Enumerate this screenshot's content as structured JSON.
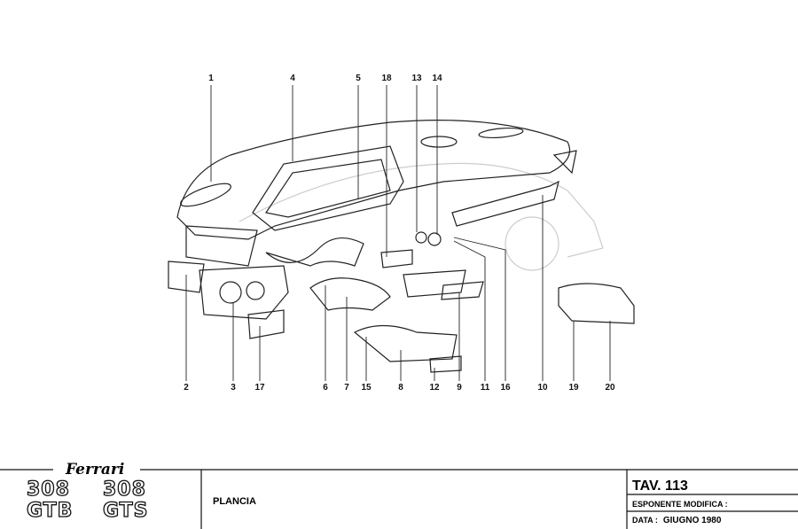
{
  "diagram": {
    "callouts_top": [
      "1",
      "4",
      "5",
      "18",
      "13",
      "14"
    ],
    "callouts_bottom": [
      "2",
      "3",
      "17",
      "6",
      "7",
      "15",
      "8",
      "12",
      "9",
      "11",
      "16",
      "10",
      "19",
      "20"
    ]
  },
  "title_block": {
    "brand": "Ferrari",
    "models": [
      "308 GTB",
      "308 GTS"
    ],
    "model_lines": [
      "308",
      "GTB",
      "308",
      "GTS"
    ],
    "title": "PLANCIA",
    "tav_label": "TAV. 113",
    "esponente_label": "ESPONENTE  MODIFICA :",
    "data_label": "DATA :",
    "data_value": "GIUGNO  1980"
  }
}
